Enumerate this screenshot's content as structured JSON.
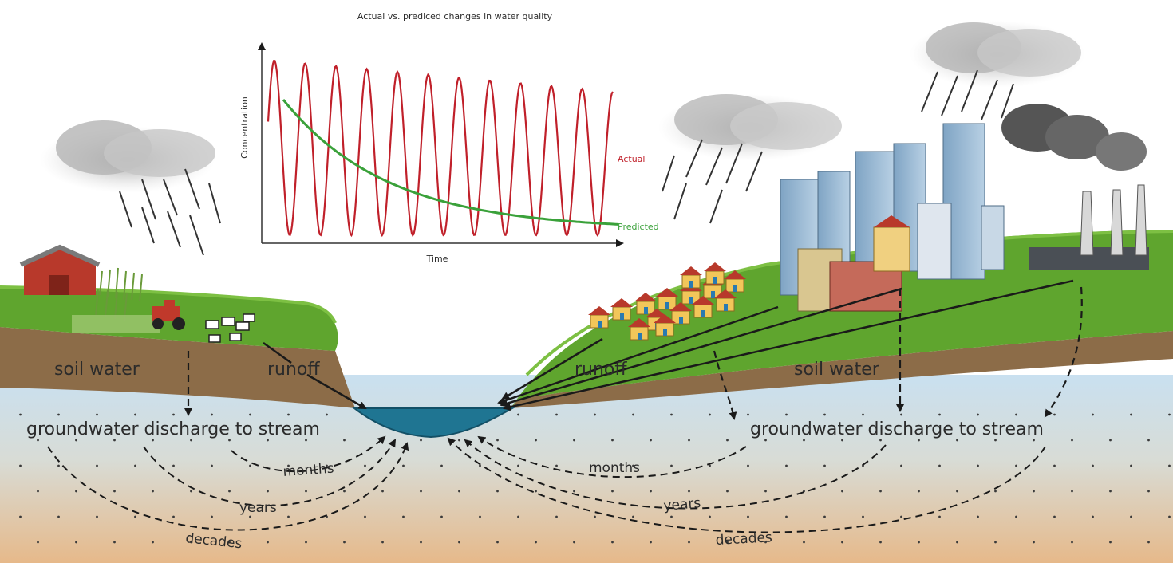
{
  "chart": {
    "title": "Actual vs. prediced changes in water quality",
    "y_axis_label": "Concentration",
    "x_axis_label": "Time",
    "legend_actual": "Actual",
    "legend_predicted": "Predicted"
  },
  "labels": {
    "soil_water_left": "soil water",
    "soil_water_right": "soil water",
    "runoff_left": "runoff",
    "runoff_right": "runoff",
    "groundwater_left": "groundwater discharge to stream",
    "groundwater_right": "groundwater discharge to stream",
    "months_left": "months",
    "years_left": "years",
    "decades_left": "decades",
    "months_right": "months",
    "years_right": "years",
    "decades_right": "decades"
  },
  "colors": {
    "actual_line": "#c0202a",
    "predicted_line": "#3aa13a",
    "grass": "#5a9e2c",
    "soil": "#8a6a46",
    "groundwater": "#bcd8ea",
    "stream": "#1f6f8c"
  }
}
